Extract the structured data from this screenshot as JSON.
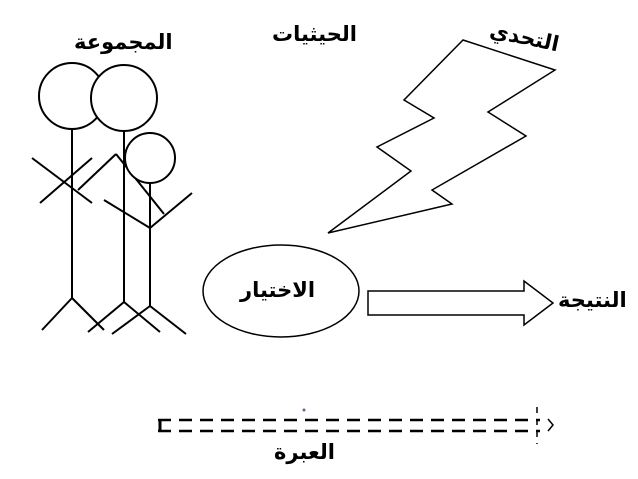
{
  "labels": {
    "group": "المجموعة",
    "considerations": "الحيثيات",
    "challenge": "التحدي",
    "choice": "الاختيار",
    "result": "النتيجة",
    "lesson": "العبرة"
  },
  "colors": {
    "stroke": "#000000",
    "background": "#ffffff",
    "accent_dot": "#4a6fa5"
  }
}
